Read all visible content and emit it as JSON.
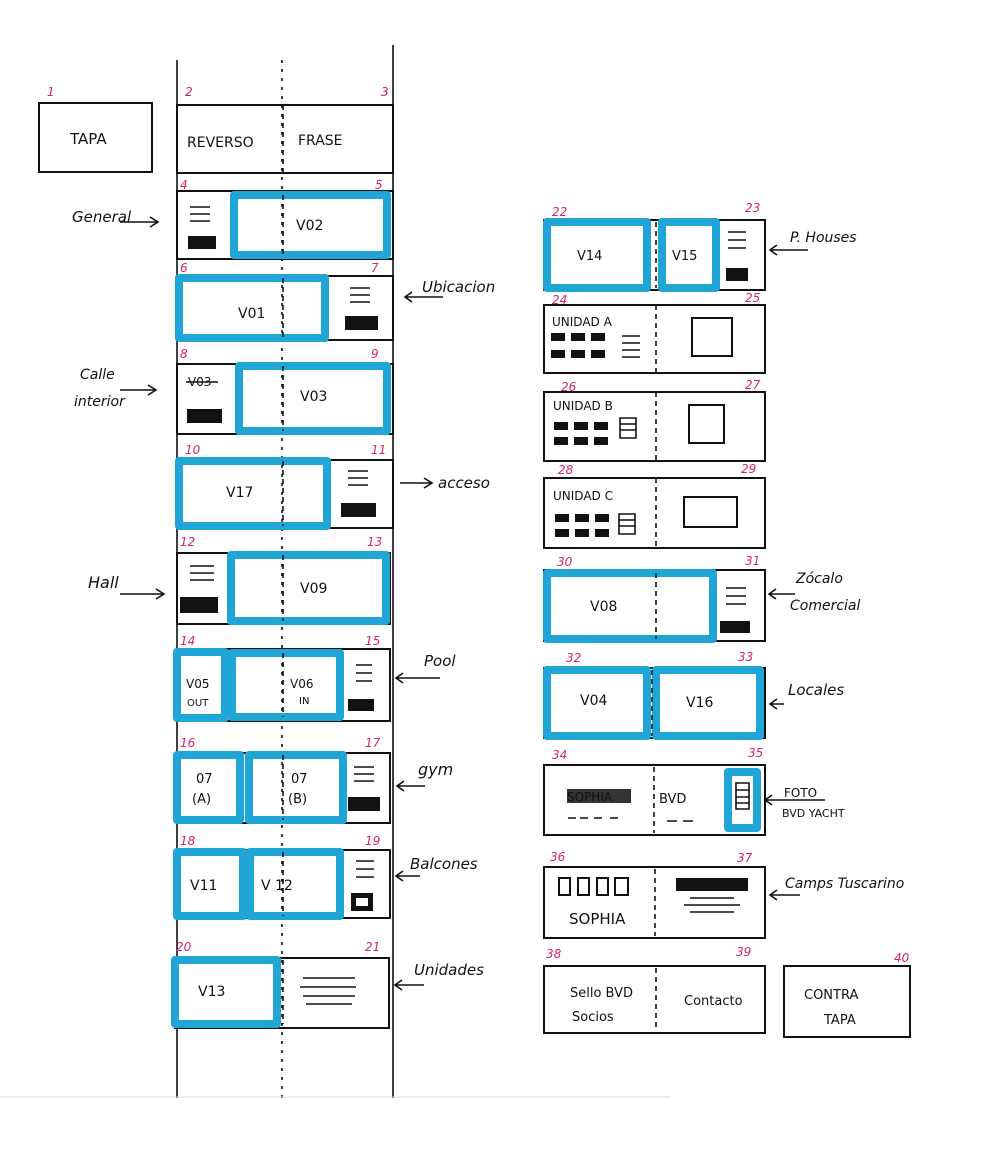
{
  "sheets": [
    {
      "id": "s1",
      "num": "1",
      "label": "TAPA"
    },
    {
      "id": "s2-3",
      "nums": [
        "2",
        "3"
      ],
      "left": "REVERSO",
      "right": "FRASE"
    },
    {
      "id": "s4-5",
      "nums": [
        "4",
        "5"
      ],
      "main": "V02",
      "note": "General"
    },
    {
      "id": "s6-7",
      "nums": [
        "6",
        "7"
      ],
      "main": "V01",
      "note": "Ubicacion"
    },
    {
      "id": "s8-9",
      "nums": [
        "8",
        "9"
      ],
      "main": "V03",
      "strike": "V03",
      "note": "Calle interior"
    },
    {
      "id": "s10-11",
      "nums": [
        "10",
        "11"
      ],
      "main": "V17",
      "note": "acceso"
    },
    {
      "id": "s12-13",
      "nums": [
        "12",
        "13"
      ],
      "main": "V09",
      "note": "Hall"
    },
    {
      "id": "s14-15",
      "nums": [
        "14",
        "15"
      ],
      "a": "V05",
      "a2": "OUT",
      "b": "V06",
      "b2": "IN",
      "note": "Pool"
    },
    {
      "id": "s16-17",
      "nums": [
        "16",
        "17"
      ],
      "a": "07",
      "a2": "(A)",
      "b": "07",
      "b2": "(B)",
      "note": "gym"
    },
    {
      "id": "s18-19",
      "nums": [
        "18",
        "19"
      ],
      "a": "V11",
      "b": "V 12",
      "note": "Balcones"
    },
    {
      "id": "s20-21",
      "nums": [
        "20",
        "21"
      ],
      "main": "V13",
      "note": "Unidades"
    },
    {
      "id": "s22-23",
      "nums": [
        "22",
        "23"
      ],
      "a": "V14",
      "b": "V15",
      "note": "P. Houses"
    },
    {
      "id": "s24-25",
      "nums": [
        "24",
        "25"
      ],
      "label": "UNIDAD A"
    },
    {
      "id": "s26-27",
      "nums": [
        "26",
        "27"
      ],
      "label": "UNIDAD B"
    },
    {
      "id": "s28-29",
      "nums": [
        "28",
        "29"
      ],
      "label": "UNIDAD C"
    },
    {
      "id": "s30-31",
      "nums": [
        "30",
        "31"
      ],
      "main": "V08",
      "note": "Zócalo Comercial"
    },
    {
      "id": "s32-33",
      "nums": [
        "32",
        "33"
      ],
      "a": "V04",
      "b": "V16",
      "note": "Locales"
    },
    {
      "id": "s34-35",
      "nums": [
        "34",
        "35"
      ],
      "a": "SOPHIA",
      "b": "BVD",
      "note": "FOTO BVD YACHT"
    },
    {
      "id": "s36-37",
      "nums": [
        "36",
        "37"
      ],
      "a": "SOPHIA",
      "note": "Camps Tuscarino"
    },
    {
      "id": "s38-39",
      "nums": [
        "38",
        "39"
      ],
      "a": "Sello BVD Socios",
      "b": "Contacto"
    },
    {
      "id": "s40",
      "num": "40",
      "label": "CONTRA TAPA"
    }
  ],
  "colors": {
    "ink": "#111111",
    "highlight": "#1fa6d6",
    "page_number": "#d6246e"
  }
}
